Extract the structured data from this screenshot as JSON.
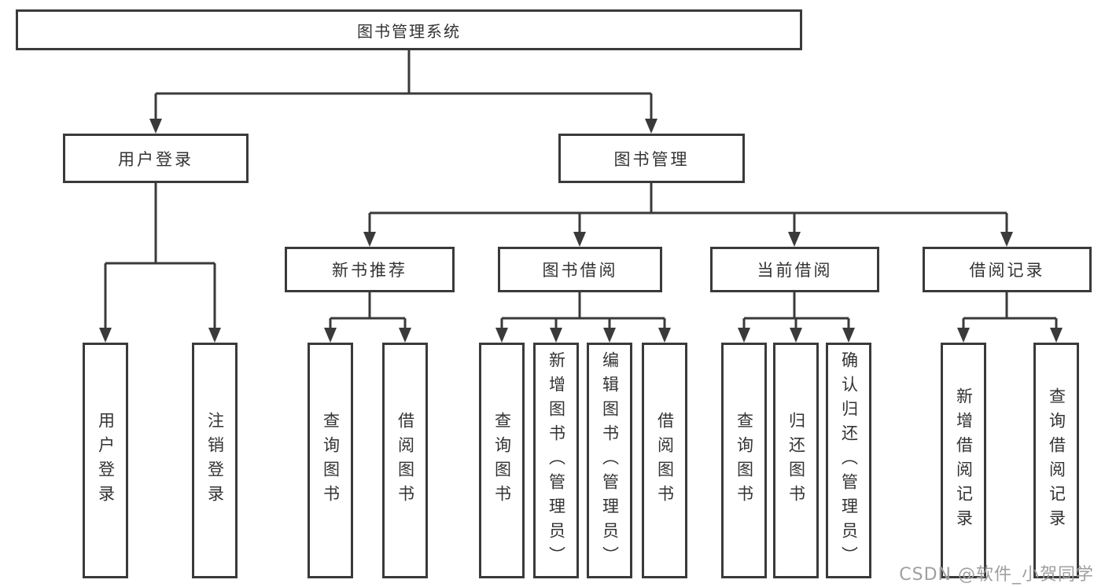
{
  "diagram": {
    "root": "图书管理系统",
    "branches": [
      {
        "label": "用户登录",
        "children": [
          {
            "label": "用户登录"
          },
          {
            "label": "注销登录"
          }
        ]
      },
      {
        "label": "图书管理",
        "children": [
          {
            "label": "新书推荐",
            "children": [
              {
                "label": "查询图书"
              },
              {
                "label": "借阅图书"
              }
            ]
          },
          {
            "label": "图书借阅",
            "children": [
              {
                "label": "查询图书"
              },
              {
                "label": "新增图书（管理员）"
              },
              {
                "label": "编辑图书（管理员）"
              },
              {
                "label": "借阅图书"
              }
            ]
          },
          {
            "label": "当前借阅",
            "children": [
              {
                "label": "查询图书"
              },
              {
                "label": "归还图书"
              },
              {
                "label": "确认归还（管理员）"
              }
            ]
          },
          {
            "label": "借阅记录",
            "children": [
              {
                "label": "新增借阅记录"
              },
              {
                "label": "查询借阅记录"
              }
            ]
          }
        ]
      }
    ]
  },
  "watermark": {
    "text": "CSDN @软件_小贺同学"
  }
}
